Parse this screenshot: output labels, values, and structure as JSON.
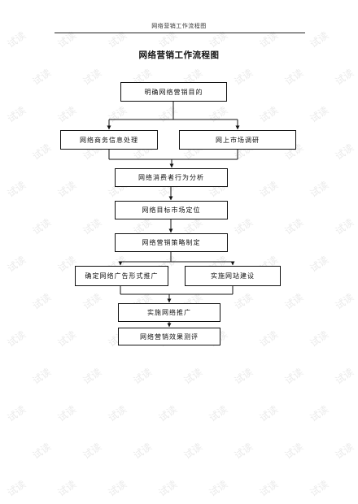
{
  "header": {
    "running_title": "网络营销工作流程图"
  },
  "title": "网络营销工作流程图",
  "watermark_text": "试读",
  "colors": {
    "line": "#111111",
    "watermark": "#ebebeb"
  },
  "nodes": {
    "n1": "明确网络营销目的",
    "n2a": "网络商务信息处理",
    "n2b": "网上市场调研",
    "n3": "网络消费者行为分析",
    "n4": "网络目标市场定位",
    "n5": "网络营销策略制定",
    "n6a": "确定网络广告形式推广",
    "n6b": "实施网站建设",
    "n7": "实施网络推广",
    "n8": "网络营销效果测评"
  }
}
